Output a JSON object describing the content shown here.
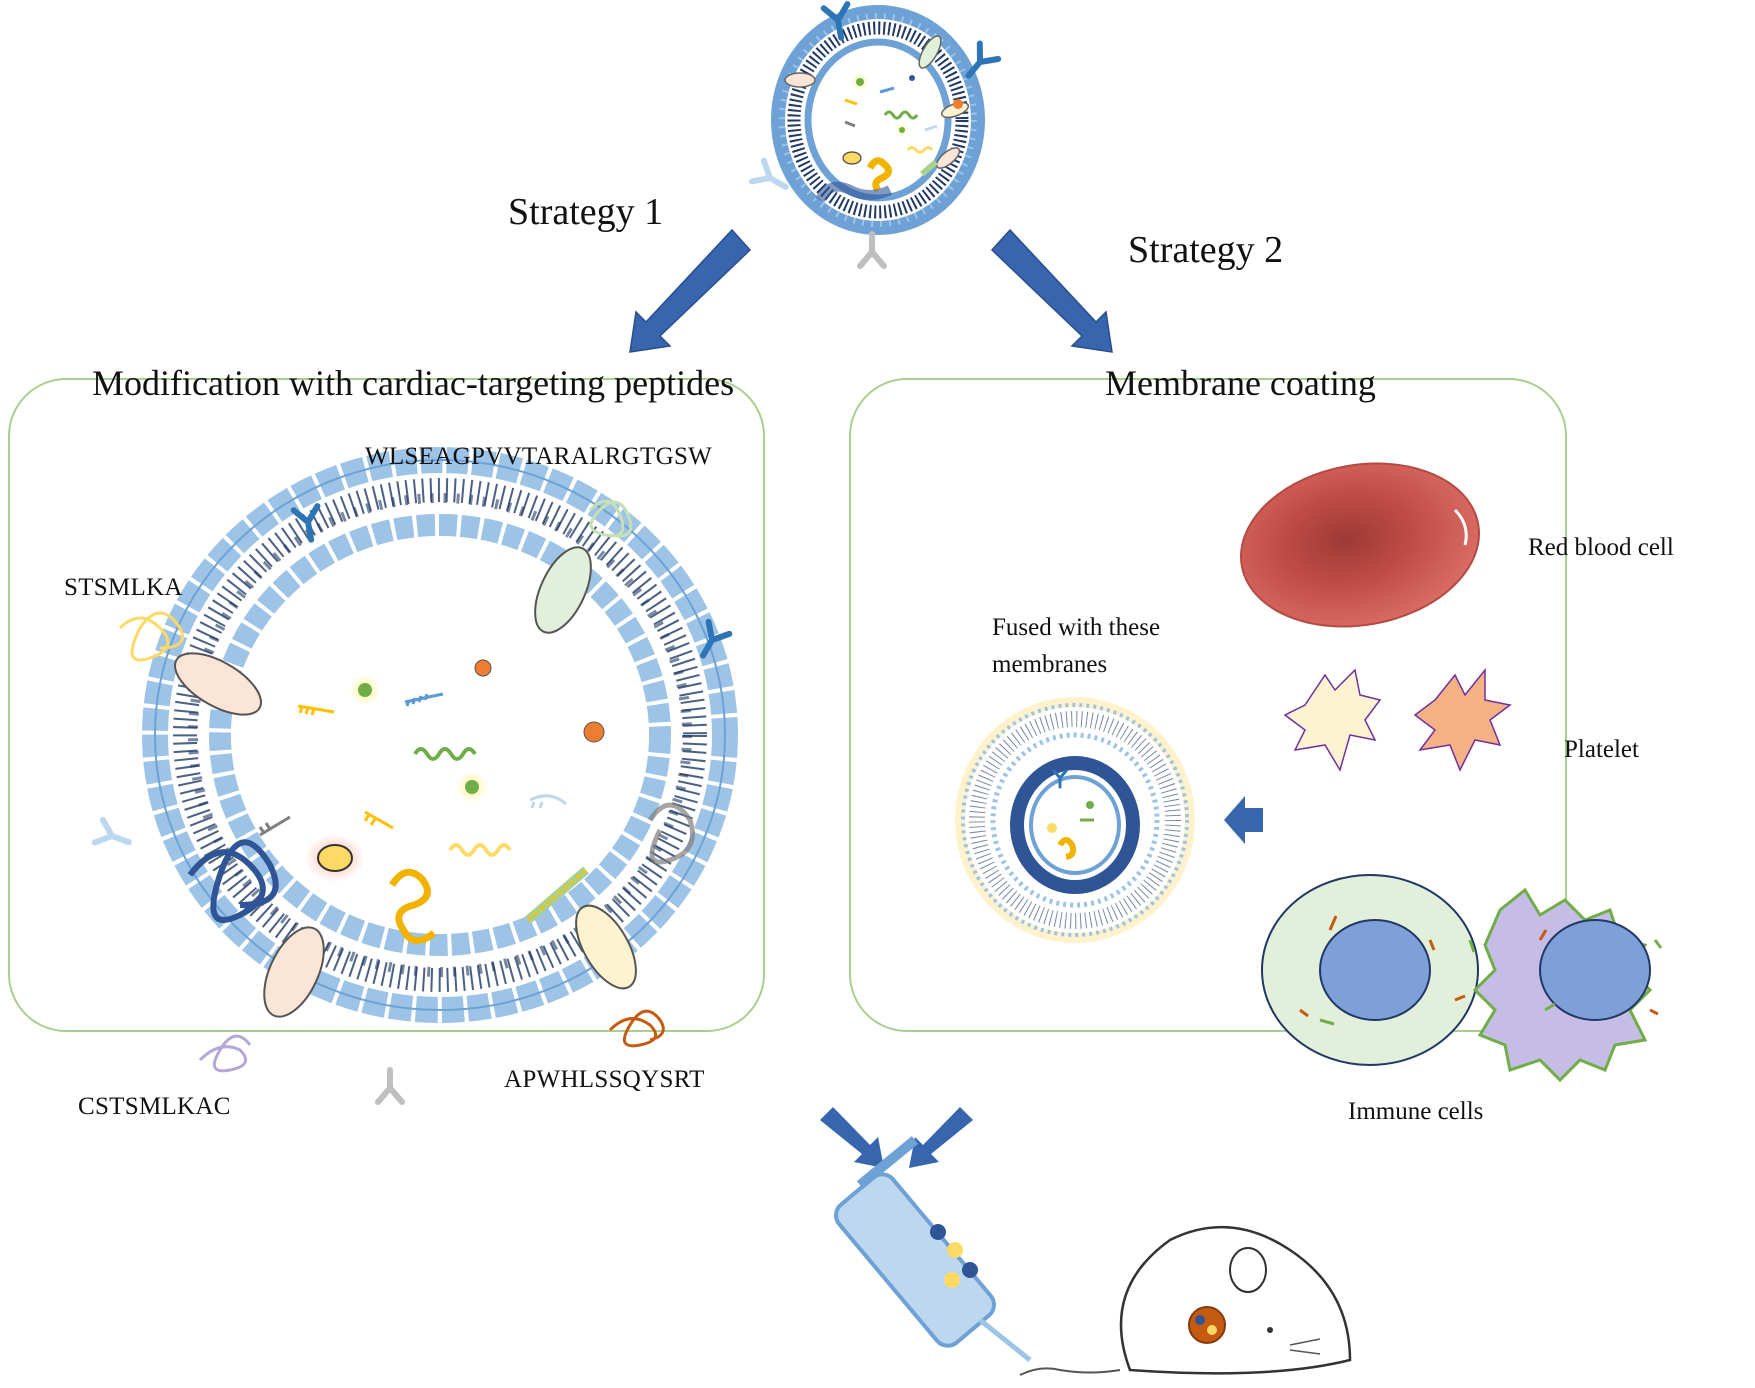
{
  "title_top": {},
  "strategies": {
    "strategy1": "Strategy 1",
    "strategy2": "Strategy 2"
  },
  "left_panel": {
    "heading": "Modification with cardiac-targeting peptides",
    "peptides": [
      "WLSEAGPVVTARALRGTGSW",
      "STSMLKA",
      "CSTSMLKAC",
      "APWHLSSQYSRT"
    ]
  },
  "right_panel": {
    "heading": "Membrane coating",
    "fused_label_line1": "Fused with these",
    "fused_label_line2": "membranes",
    "red_blood_cell": "Red blood cell",
    "platelet": "Platelet",
    "immune_cells": "Immune cells"
  },
  "colors": {
    "arrow": "#3765ae",
    "panel_border": "#a9cf8f",
    "membrane_bead": "#9dc3e6",
    "rbc": "#d0554f",
    "immune_bg": "#e2efda",
    "macrophage": "#c5bde6",
    "nucleus": "#7f9fd9"
  },
  "icons": [
    "exosome-icon",
    "antibody-icon",
    "peptide-icon",
    "syringe-icon",
    "mouse-icon",
    "heart-icon",
    "arrow-icon"
  ]
}
